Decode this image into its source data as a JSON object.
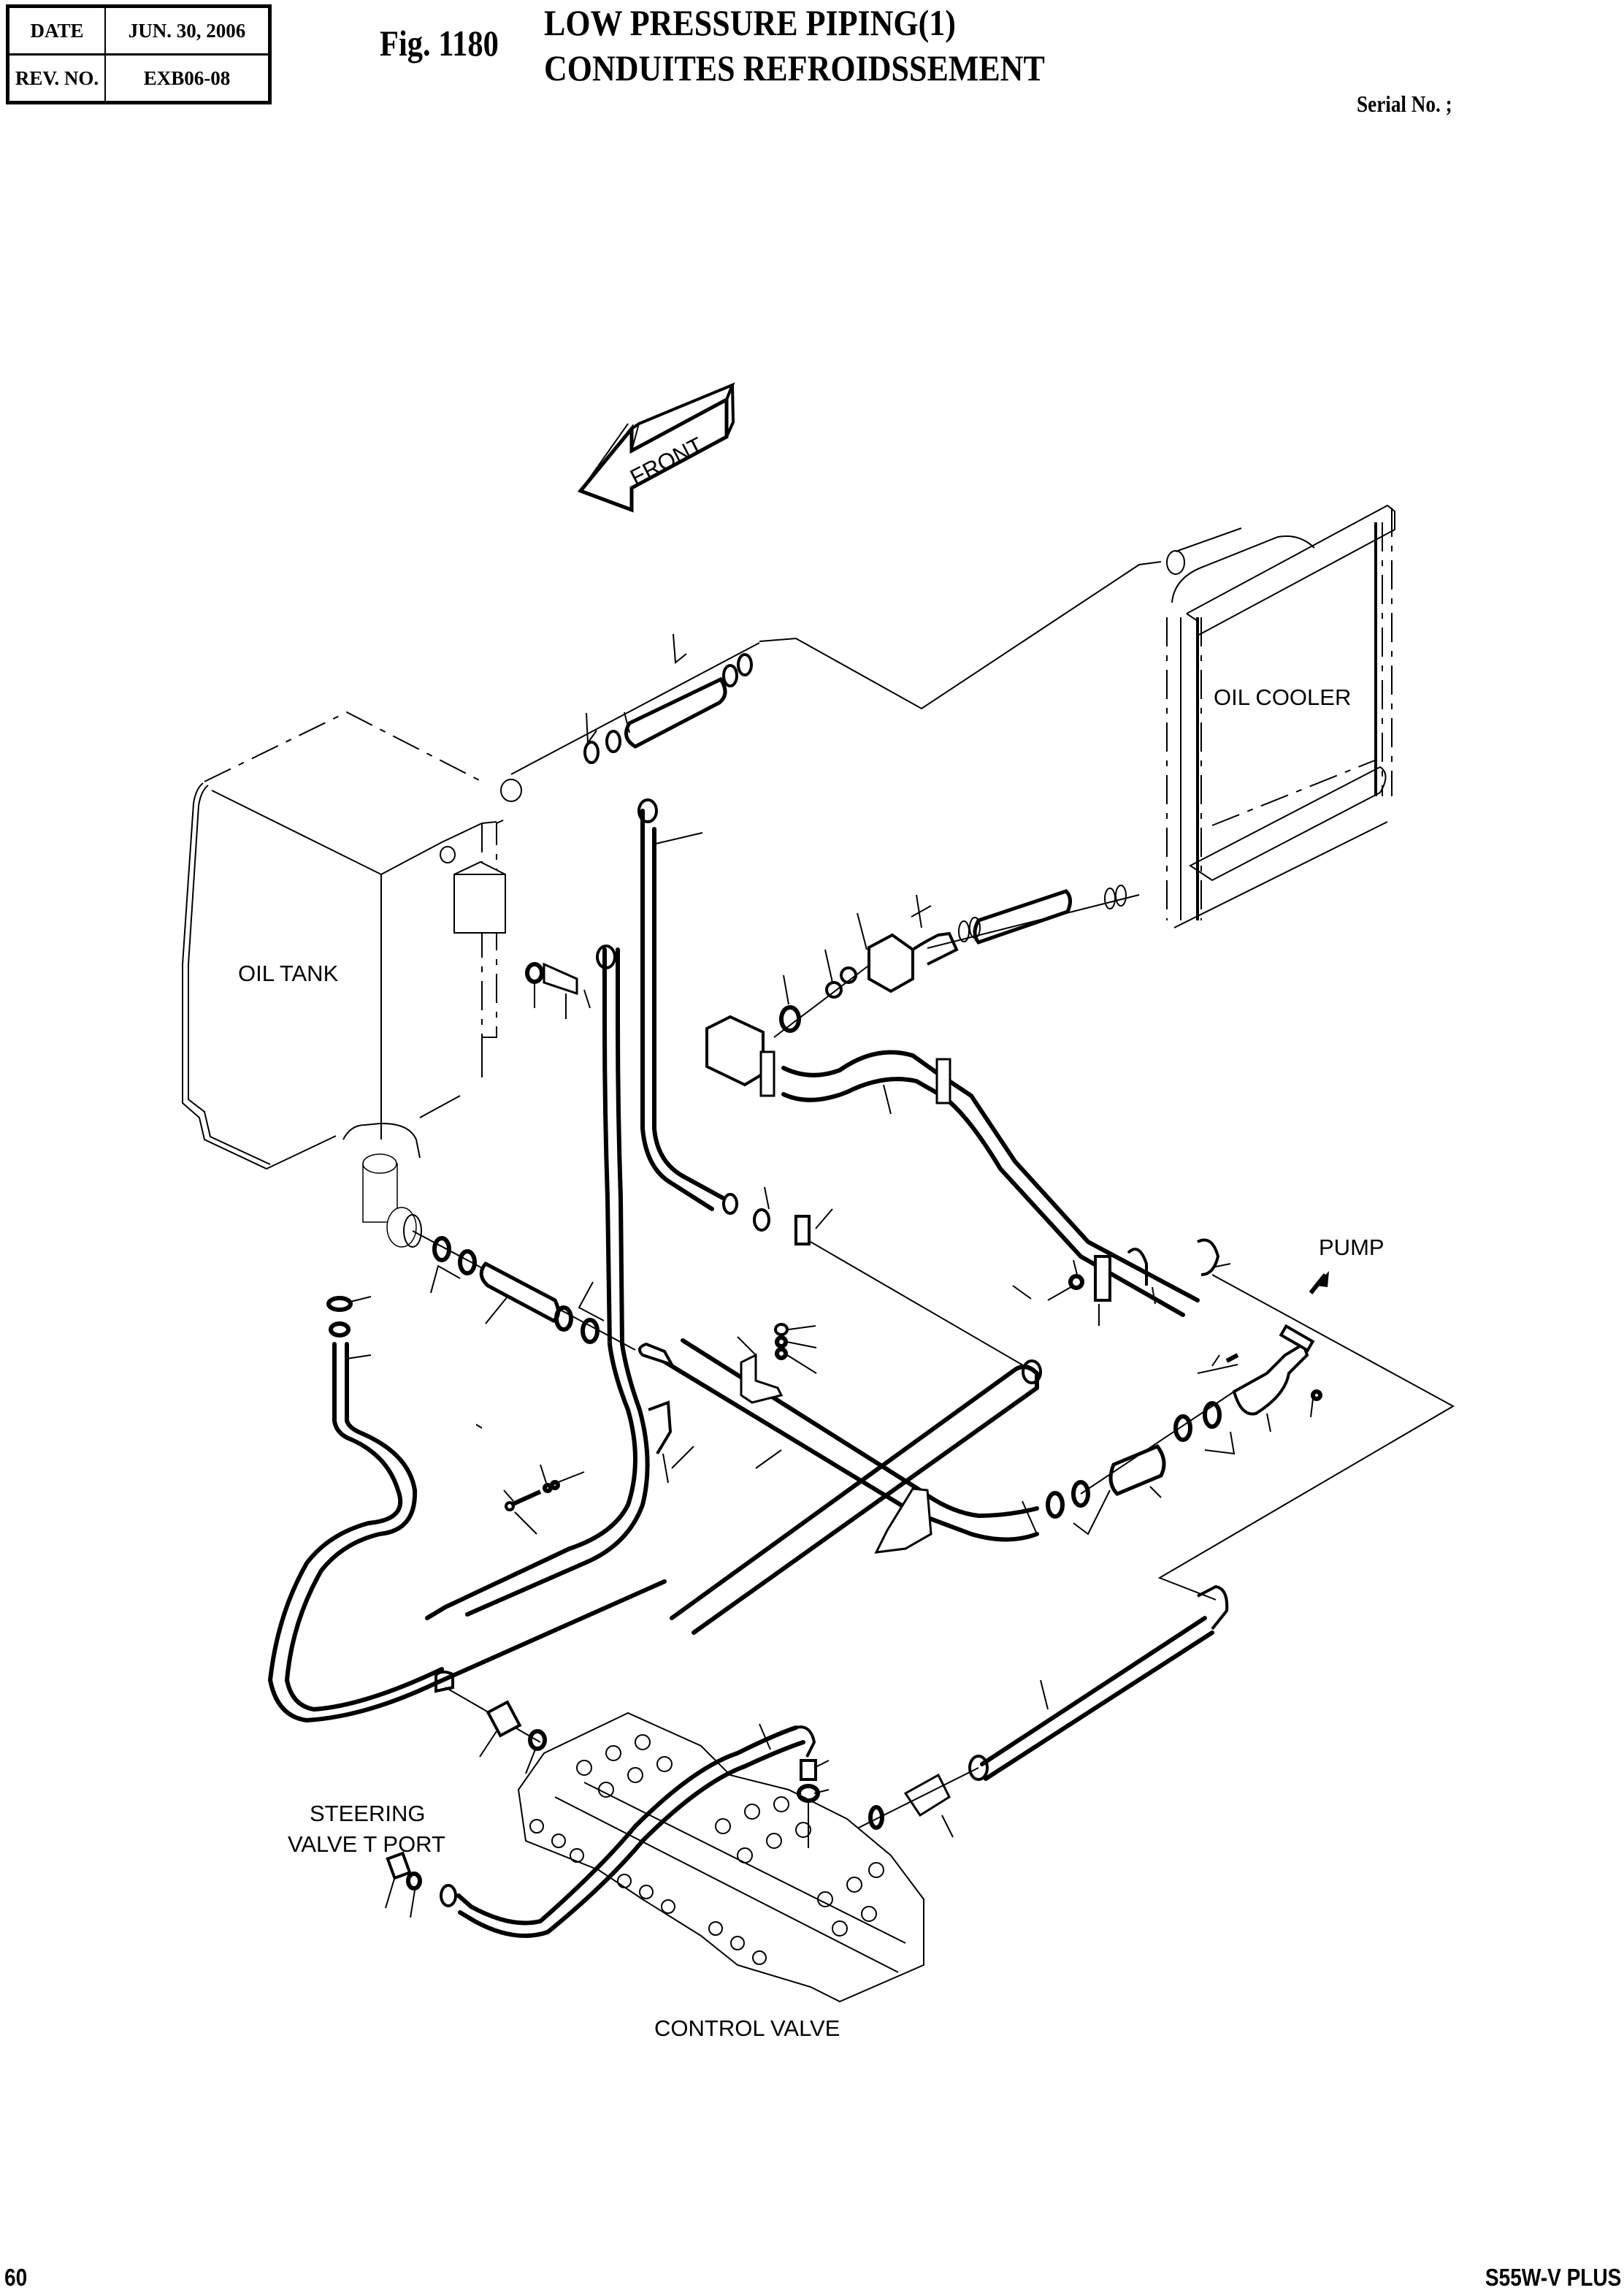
{
  "header": {
    "date_label": "DATE",
    "date_value": "JUN. 30, 2006",
    "rev_label": "REV. NO.",
    "rev_value": "EXB06-08",
    "fig_number": "Fig. 1180",
    "title_en": "LOW PRESSURE PIPING(1)",
    "title_fr": "CONDUITES REFROIDSSEMENT",
    "serial_label": "Serial No. ;"
  },
  "diagram": {
    "direction_arrow": "FRONT",
    "labels": {
      "oil_tank": "OIL TANK",
      "oil_cooler": "OIL COOLER",
      "pump": "PUMP",
      "steering_line1": "STEERING",
      "steering_line2": "VALVE T PORT",
      "control_valve": "CONTROL VALVE"
    }
  },
  "footer": {
    "page_number": "60",
    "model": "S55W-V PLUS"
  }
}
